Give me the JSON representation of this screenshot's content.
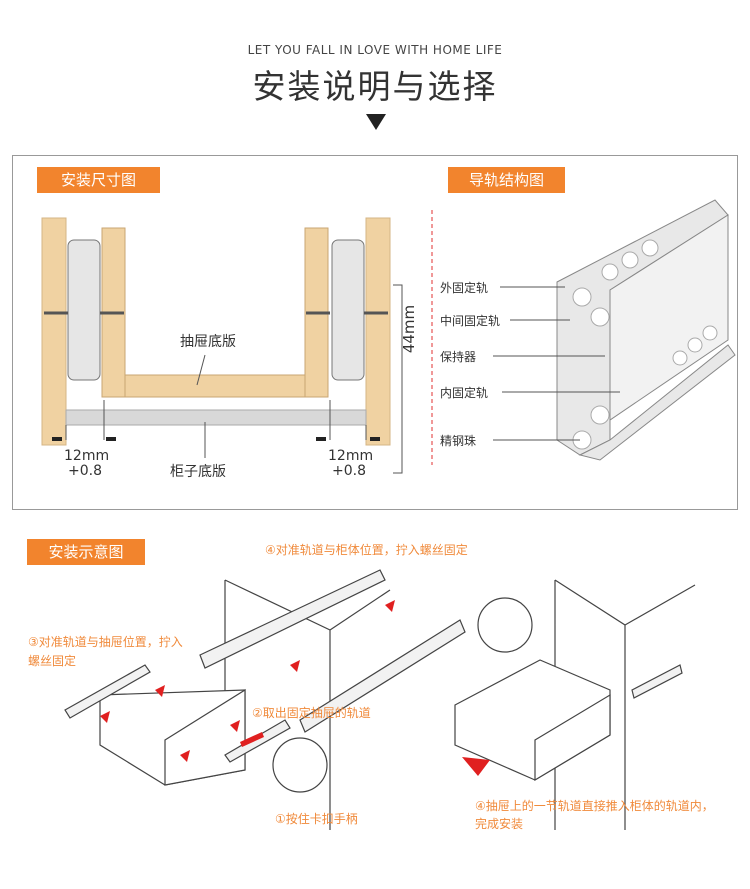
{
  "header": {
    "subtitle": "LET YOU FALL IN LOVE WITH HOME LIFE",
    "title": "安装说明与选择"
  },
  "size_diagram": {
    "tag": "安装尺寸图",
    "drawer_bottom": "抽屉底版",
    "cabinet_bottom": "柜子底版",
    "gap_left": "12mm",
    "tol_left": "+0.8",
    "gap_right": "12mm",
    "tol_right": "+0.8",
    "height": "44mm"
  },
  "structure_diagram": {
    "tag": "导轨结构图",
    "parts": [
      "外固定轨",
      "中间固定轨",
      "保持器",
      "内固定轨",
      "精钢珠"
    ]
  },
  "install_diagram": {
    "tag": "安装示意图",
    "step4_top": "④对准轨道与柜体位置，拧入螺丝固定",
    "step3_line1": "③对准轨道与抽屉位置，拧入",
    "step3_line2": "螺丝固定",
    "step2": "②取出固定抽屉的轨道",
    "step1": "①按住卡扣手柄",
    "step4_line1": "④抽屉上的一节轨道直接推入柜体的轨道内，",
    "step4_line2": "完成安装"
  },
  "colors": {
    "accent": "#f2842d",
    "wood": "#f0d2a2",
    "text_orange": "#f08a3b"
  }
}
